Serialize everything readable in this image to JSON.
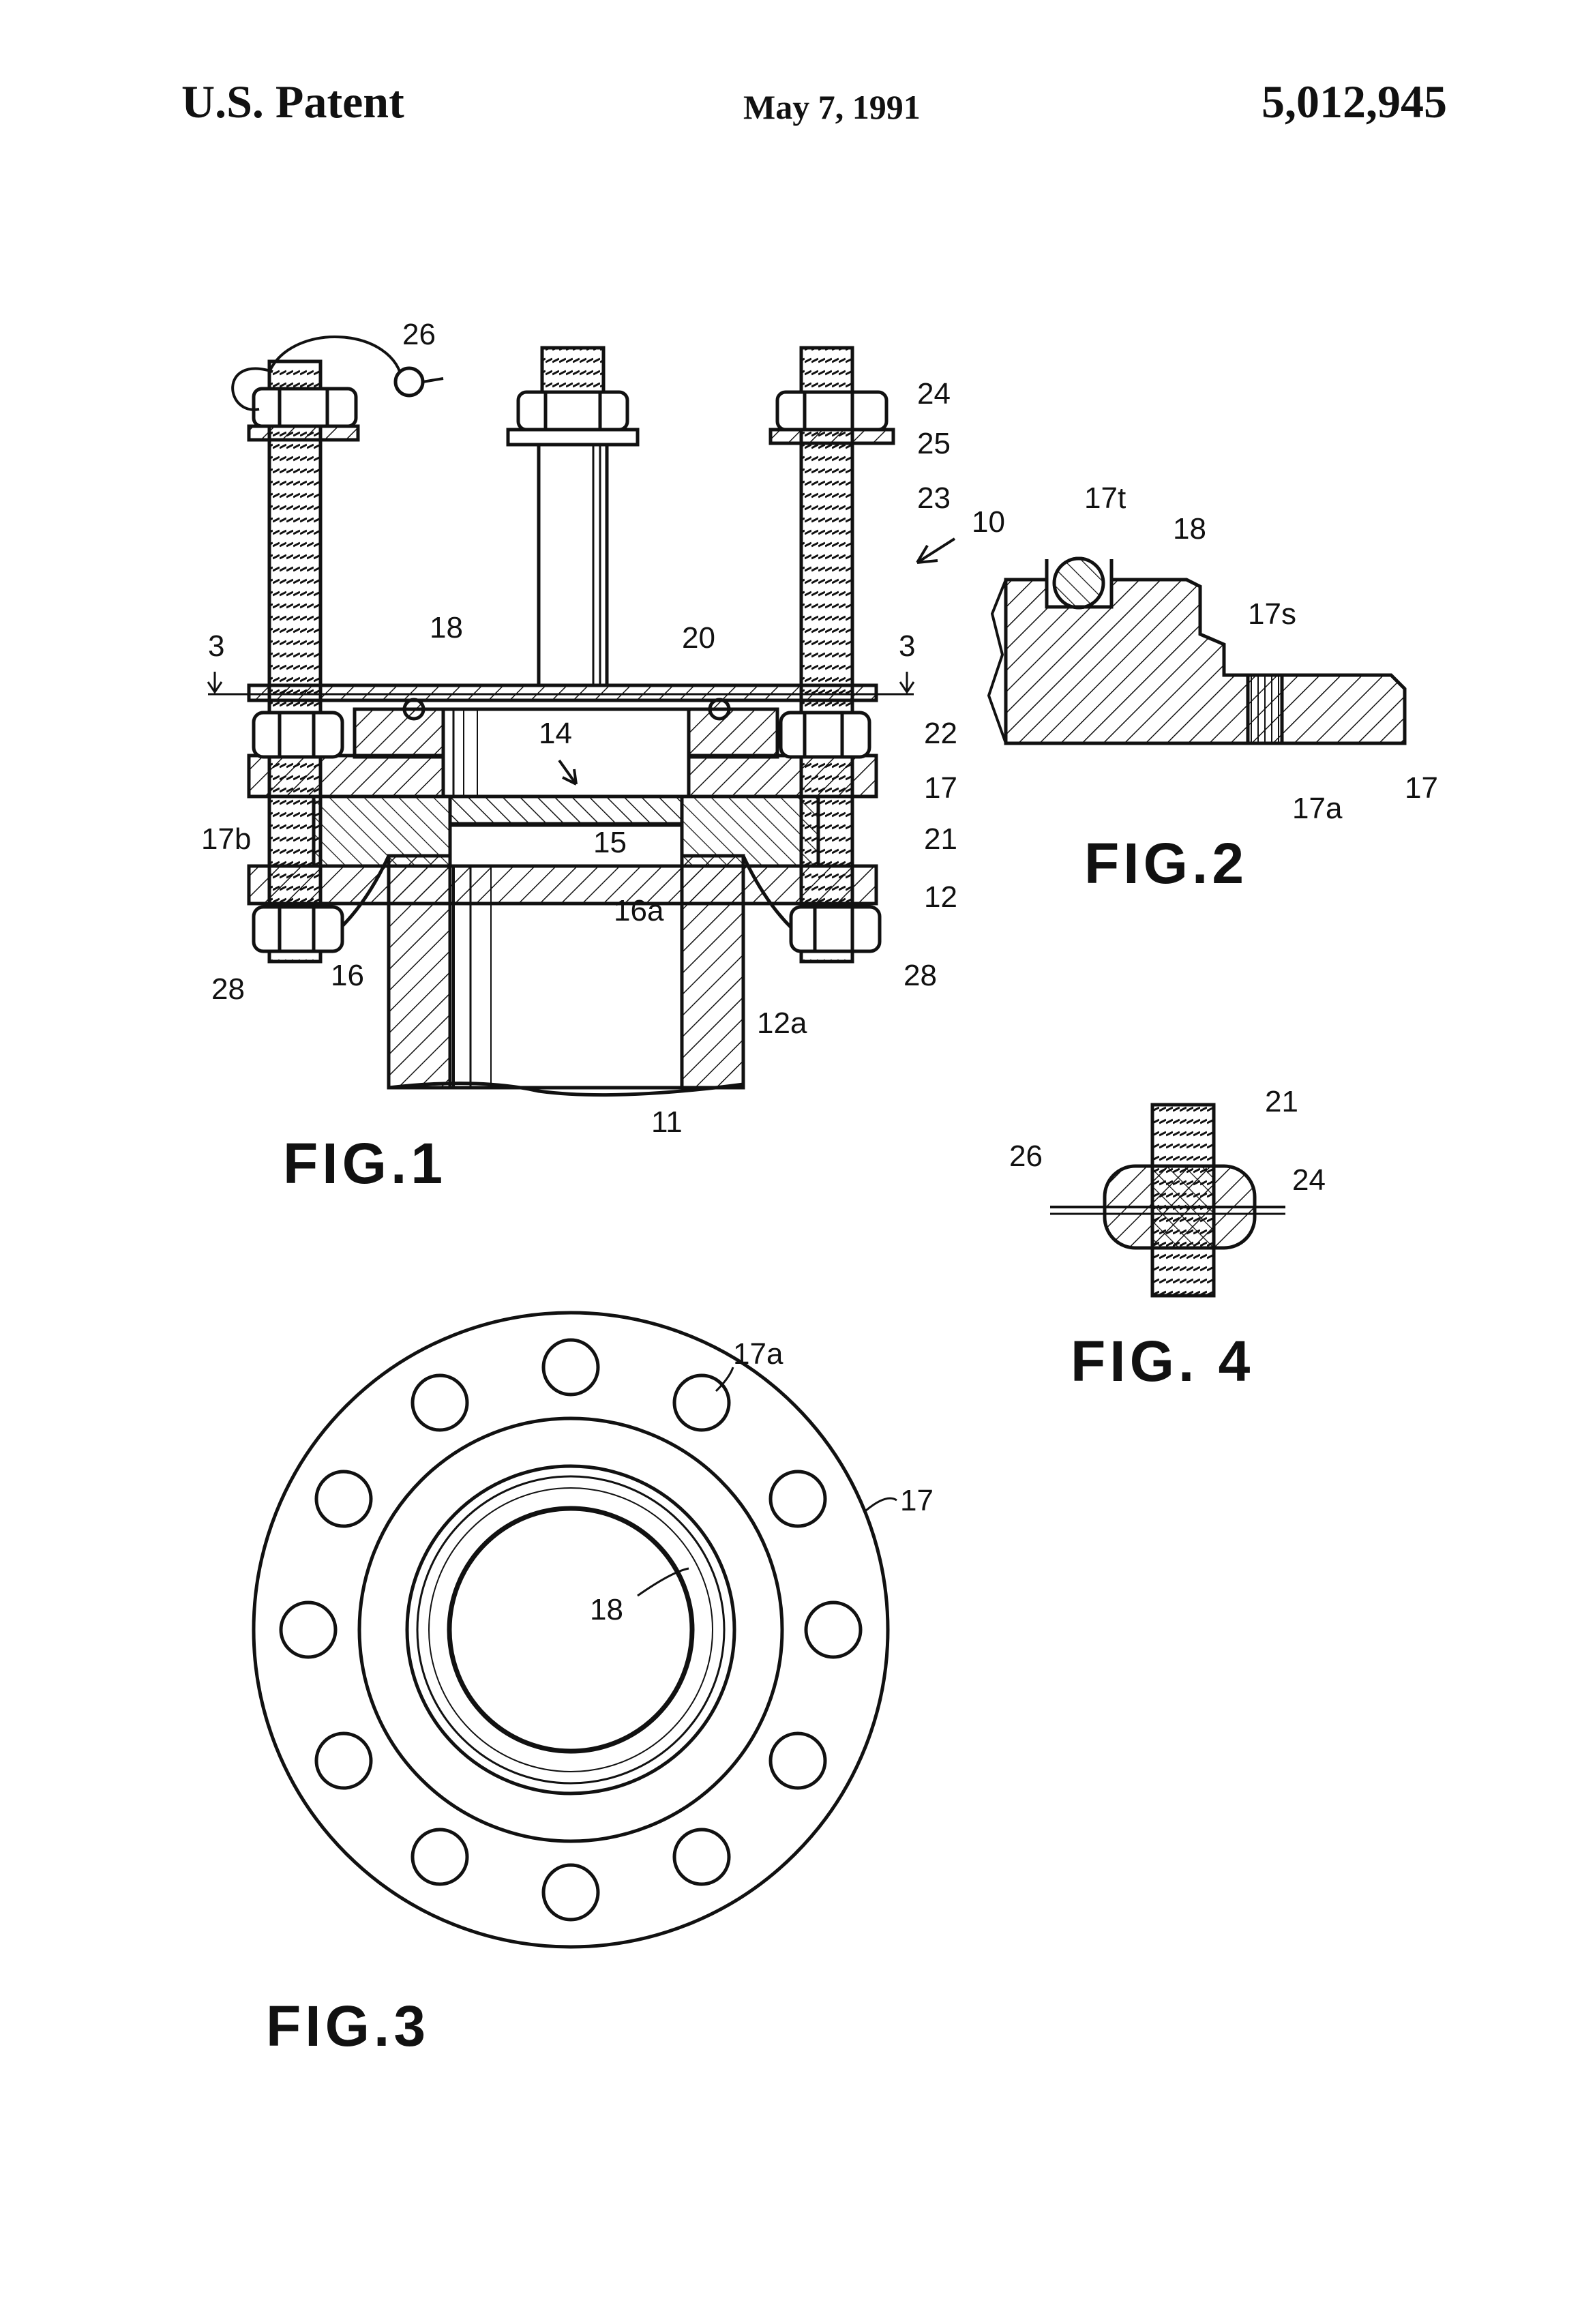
{
  "header": {
    "left": "U.S. Patent",
    "date": "May 7, 1991",
    "number": "5,012,945"
  },
  "figures": {
    "fig1": {
      "caption": "FIG.1",
      "labels": {
        "l26": "26",
        "l24": "24",
        "l25": "25",
        "l23": "23",
        "l10": "10",
        "l3a": "3",
        "l3b": "3",
        "l18": "18",
        "l20": "20",
        "l14": "14",
        "l22": "22",
        "l17": "17",
        "l17b": "17b",
        "l15": "15",
        "l21": "21",
        "l16a": "16a",
        "l12": "12",
        "l28a": "28",
        "l16": "16",
        "l28b": "28",
        "l12a": "12a",
        "l11": "11"
      }
    },
    "fig2": {
      "caption": "FIG.2",
      "labels": {
        "l17t": "17t",
        "l18": "18",
        "l17s": "17s",
        "l17a": "17a",
        "l17": "17"
      }
    },
    "fig3": {
      "caption": "FIG.3",
      "labels": {
        "l17a": "17a",
        "l17": "17",
        "l18": "18"
      }
    },
    "fig4": {
      "caption": "FIG. 4",
      "labels": {
        "l21": "21",
        "l26": "26",
        "l24": "24"
      }
    }
  }
}
